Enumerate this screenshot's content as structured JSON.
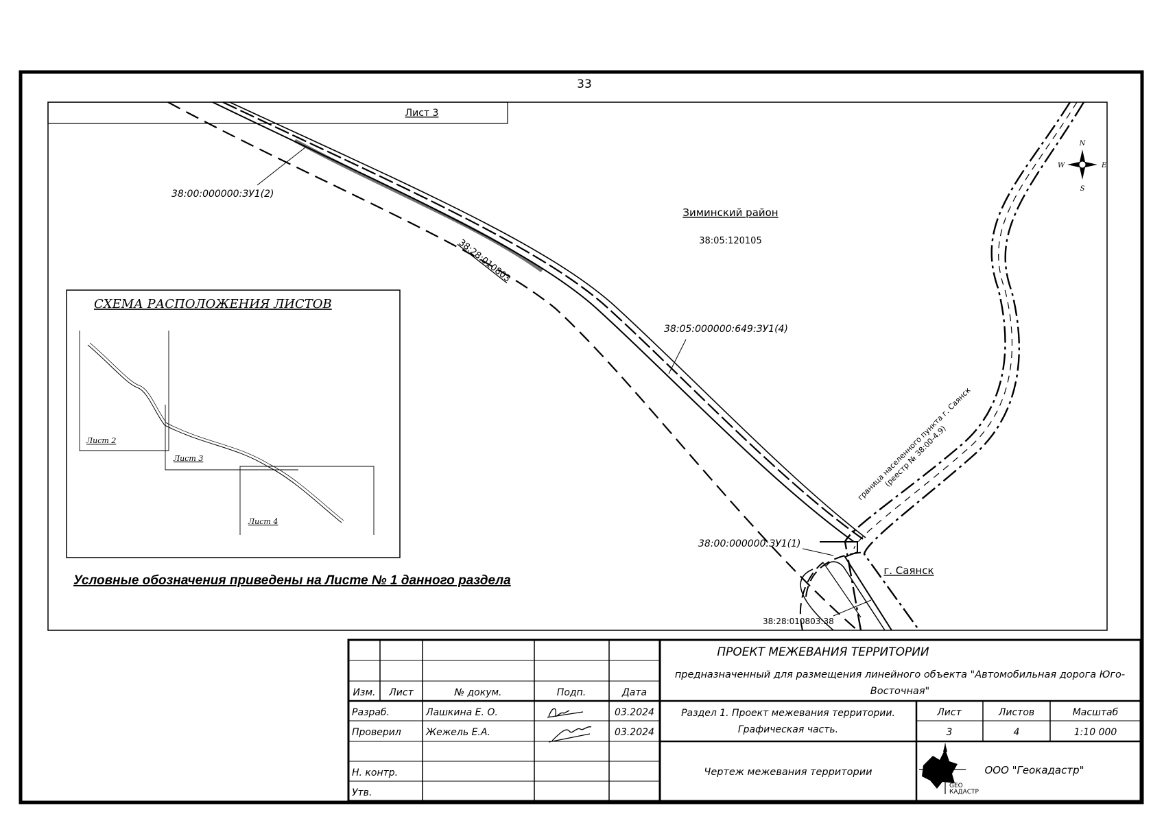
{
  "page_number": "33",
  "sheet_label": "Лист 3",
  "map": {
    "district_label": "Зиминский район",
    "district_cadastre": "38:05:120105",
    "town_label": "г. Саянск",
    "parcel_labels": {
      "zu1_2": "38:00:000000:ЗУ1(2)",
      "block_010803": "38:28:010803",
      "zu1_4": "38:05:000000:649:ЗУ1(4)",
      "zu1_1": "38:00:000000:ЗУ1(1)",
      "parcel_38": "38:28:010803:38"
    },
    "boundary_label_line1": "граница населенного пункта г. Саянск",
    "boundary_label_line2": "(реестр № 38:00-4.9)",
    "compass": {
      "n": "N",
      "s": "S",
      "e": "E",
      "w": "W"
    },
    "legend_note": "Условные обозначения приведены на Листе № 1 данного раздела"
  },
  "inset": {
    "title": "СХЕМА РАСПОЛОЖЕНИЯ ЛИСТОВ",
    "sheet2": "Лист 2",
    "sheet3": "Лист 3",
    "sheet4": "Лист 4"
  },
  "title_block": {
    "project_title": "ПРОЕКТ МЕЖЕВАНИЯ ТЕРРИТОРИИ",
    "purpose_line1": "предназначенный для размещения линейного объекта \"Автомобильная дорога Юго-",
    "purpose_line2": "Восточная\"",
    "headers": {
      "izm": "Изм.",
      "list": "Лист",
      "doc_no": "№ докум.",
      "sign": "Подп.",
      "date": "Дата"
    },
    "rows": {
      "developed_role": "Разраб.",
      "developed_name": "Лашкина Е. О.",
      "developed_date": "03.2024",
      "checked_role": "Проверил",
      "checked_name": "Жежель Е.А.",
      "checked_date": "03.2024",
      "norm_control": "Н. контр.",
      "approved": "Утв."
    },
    "section_line1": "Раздел 1. Проект межевания территории.",
    "section_line2": "Графическая часть.",
    "sheet_header": "Лист",
    "sheets_header": "Листов",
    "scale_header": "Масштаб",
    "sheet_value": "3",
    "sheets_value": "4",
    "scale_value": "1:10 000",
    "drawing_name": "Чертеж межевания территории",
    "company": "ООО \"Геокадастр\"",
    "logo_text_1": "GEO",
    "logo_text_2": "КАДАСТР"
  }
}
